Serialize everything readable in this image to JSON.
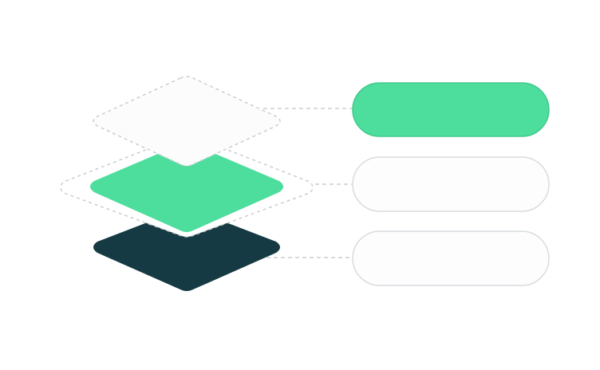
{
  "colors": {
    "background": "#ffffff",
    "accent_green": "#4ddd9d",
    "accent_green_border": "#42c98c",
    "dark_teal": "#163a43",
    "outline_gray": "#d8dcdf",
    "dashed_gray": "#c9cdd1",
    "card_fill": "#fdfdfe",
    "layer_top_fill": "#fcfcfd"
  },
  "layers": [
    {
      "id": "top",
      "style": "dashed-outline",
      "icon": "layer-diamond"
    },
    {
      "id": "middle",
      "style": "solid-green-with-dashed-outline",
      "icon": "layer-diamond"
    },
    {
      "id": "bottom",
      "style": "solid-dark-teal",
      "icon": "layer-diamond"
    }
  ],
  "options": [
    {
      "id": "option-1",
      "label": "",
      "state": "selected"
    },
    {
      "id": "option-2",
      "label": "",
      "state": "unselected"
    },
    {
      "id": "option-3",
      "label": "",
      "state": "unselected"
    }
  ]
}
